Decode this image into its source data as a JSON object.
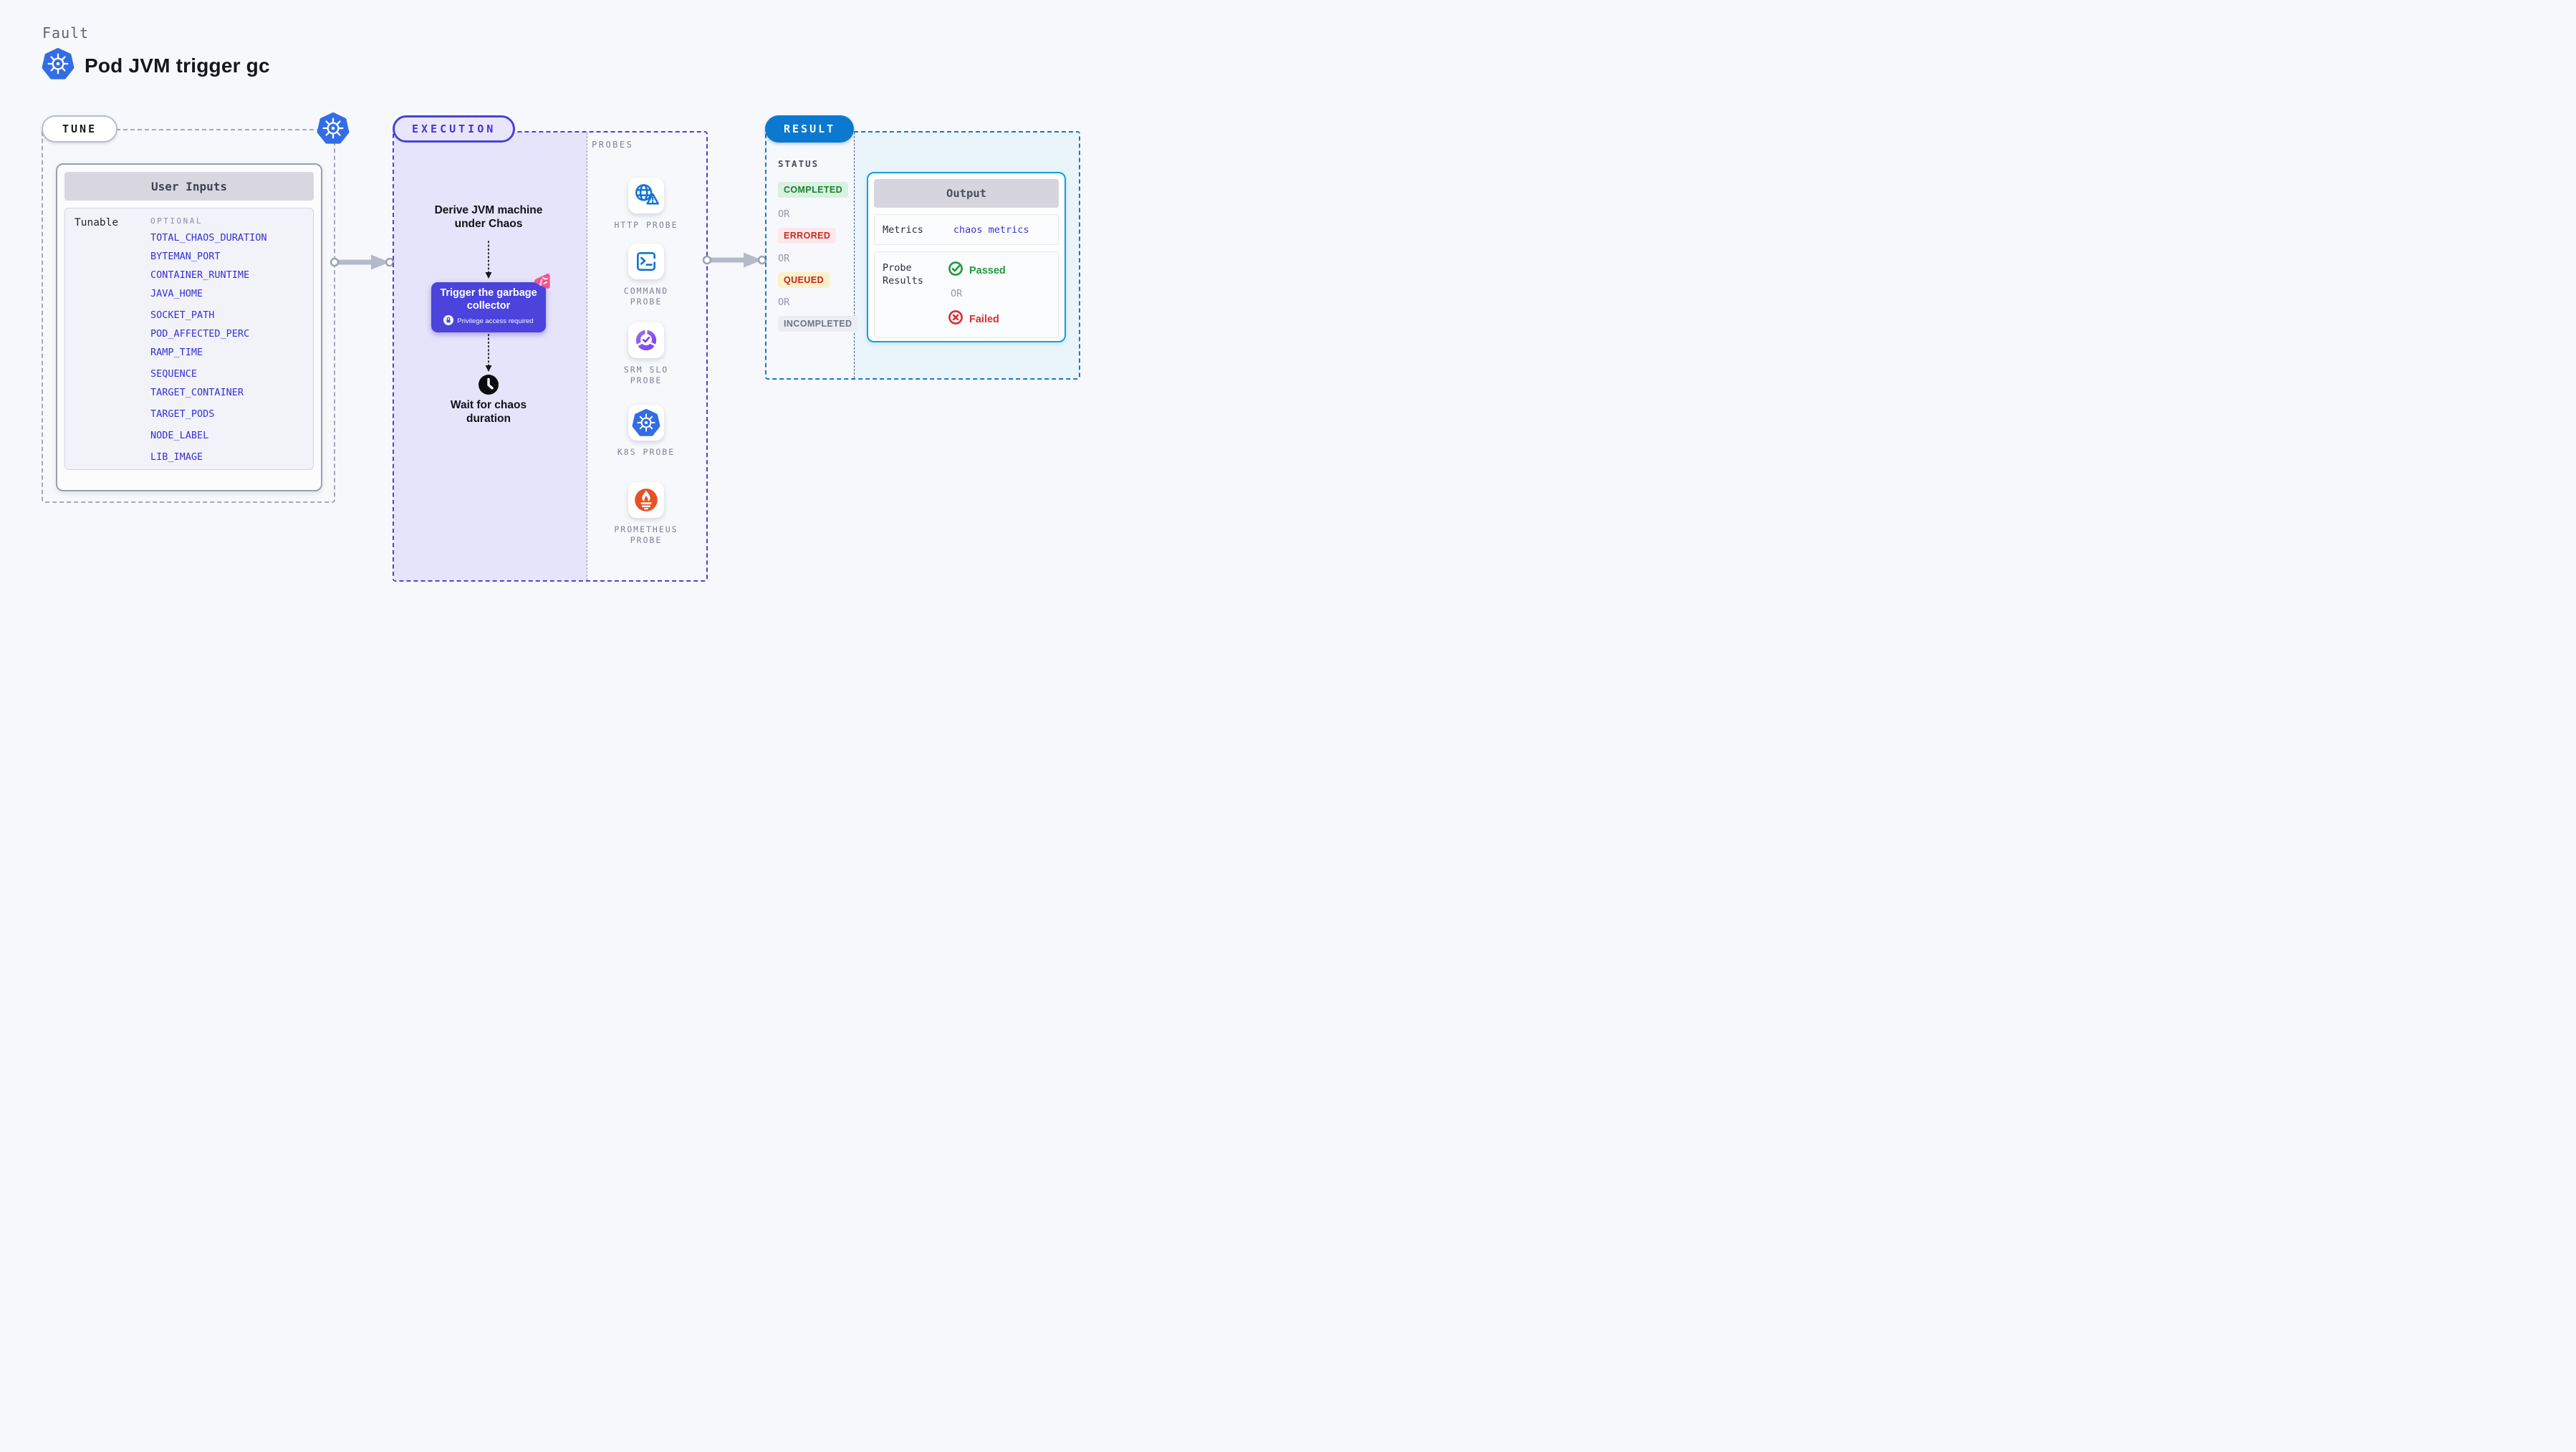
{
  "header": {
    "eyebrow": "Fault",
    "title": "Pod JVM trigger gc"
  },
  "tune": {
    "label": "TUNE",
    "panel_title": "User Inputs",
    "row_label": "Tunable",
    "column_label": "OPTIONAL",
    "params": [
      "TOTAL_CHAOS_DURATION",
      "BYTEMAN_PORT",
      "CONTAINER_RUNTIME",
      "JAVA_HOME",
      "SOCKET_PATH",
      "POD_AFFECTED_PERC",
      "RAMP_TIME",
      "SEQUENCE",
      "TARGET_CONTAINER",
      "TARGET_PODS",
      "NODE_LABEL",
      "LIB_IMAGE"
    ]
  },
  "execution": {
    "label": "EXECUTION",
    "derive_text": "Derive JVM machine under Chaos",
    "action_button": {
      "title": "Trigger the garbage collector",
      "note": "Privilege access required"
    },
    "wait_text": "Wait for chaos duration"
  },
  "probes": {
    "label": "PROBES",
    "items": [
      {
        "label": "HTTP PROBE",
        "icon": "globe-alert-icon"
      },
      {
        "label": "COMMAND PROBE",
        "icon": "terminal-icon"
      },
      {
        "label": "SRM SLO PROBE",
        "icon": "slo-donut-icon"
      },
      {
        "label": "K8S PROBE",
        "icon": "kubernetes-icon"
      },
      {
        "label": "PROMETHEUS PROBE",
        "icon": "prometheus-icon"
      }
    ]
  },
  "result": {
    "label": "RESULT",
    "status_heading": "STATUS",
    "or_label": "OR",
    "statuses": [
      {
        "label": "COMPLETED",
        "type": "success"
      },
      {
        "label": "ERRORED",
        "type": "error"
      },
      {
        "label": "QUEUED",
        "type": "warning"
      },
      {
        "label": "INCOMPLETED",
        "type": "neutral"
      }
    ],
    "output": {
      "title": "Output",
      "metrics_label": "Metrics",
      "metrics_value": "chaos metrics",
      "probe_results_label": "Probe Results",
      "passed_label": "Passed",
      "failed_label": "Failed"
    }
  },
  "colors": {
    "accent_indigo": "#4a42d8",
    "param_link": "#352fd6",
    "kubernetes_blue": "#326de6",
    "probe_icon_blue": "#1273d2",
    "slo_purple": "#7a4cee",
    "prometheus_orange": "#e75225",
    "action_button_bg": "#4b43dc",
    "chaos_pink": "#f6538c",
    "result_pill_bg": "#0b79d0",
    "output_border_cyan": "#0aa3dd",
    "status_completed": "#168233",
    "status_errored": "#cf2727",
    "status_queued": "#c32222",
    "status_incompleted": "#6d7486",
    "passed_green": "#1f9a3d",
    "failed_red": "#d62f2f"
  }
}
